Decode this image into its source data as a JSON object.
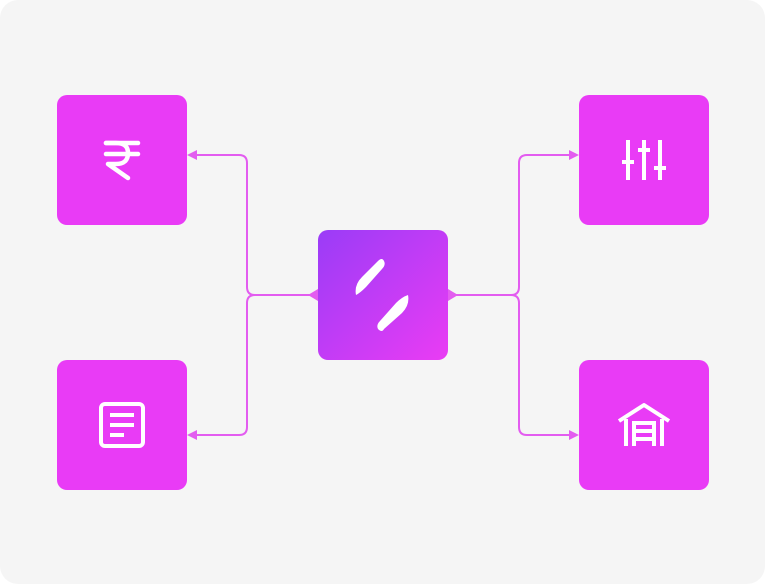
{
  "colors": {
    "background": "#f5f5f5",
    "tile": "#e93bf6",
    "hub_gradient_start": "#9a3cf7",
    "hub_gradient_end": "#ea3cf4",
    "connector": "#e35cf0",
    "icon": "#ffffff"
  },
  "nodes": [
    {
      "id": "rupee",
      "icon": "rupee-icon"
    },
    {
      "id": "document",
      "icon": "document-icon"
    },
    {
      "id": "hub",
      "icon": "brand-logo-icon"
    },
    {
      "id": "sliders",
      "icon": "sliders-icon"
    },
    {
      "id": "warehouse",
      "icon": "warehouse-icon"
    }
  ],
  "edges": [
    {
      "from": "hub",
      "to": "rupee"
    },
    {
      "from": "hub",
      "to": "document"
    },
    {
      "from": "hub",
      "to": "sliders"
    },
    {
      "from": "hub",
      "to": "warehouse"
    }
  ]
}
